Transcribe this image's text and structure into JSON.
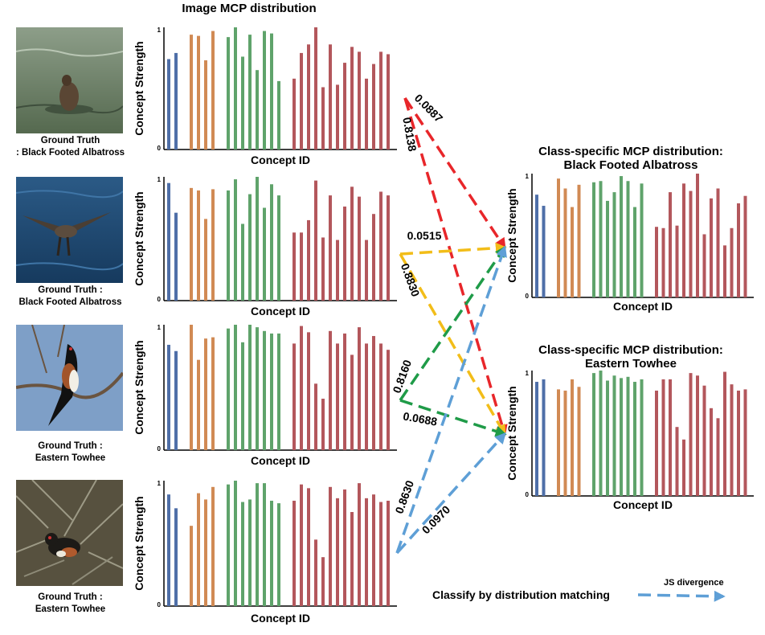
{
  "title": "Image MCP distribution",
  "axis": {
    "xlabel": "Concept ID",
    "ylabel": "Concept Strength",
    "tick_top": "1",
    "tick_bottom": "0"
  },
  "colors": {
    "blue": "#4f6fa8",
    "orange": "#d18a54",
    "green": "#5fa36b",
    "red": "#b3575c",
    "arrow_red": "#e8262a",
    "arrow_yellow": "#f2bd19",
    "arrow_green": "#1f9b48",
    "arrow_blue": "#5e9fd6"
  },
  "images": [
    {
      "caption_line1": "Ground Truth",
      "caption_line2": ": Black Footed Albatross",
      "scene": "water-duck-icon"
    },
    {
      "caption_line1": "Ground Truth :",
      "caption_line2": "Black Footed Albatross",
      "scene": "flying-bird-icon"
    },
    {
      "caption_line1": "Ground Truth :",
      "caption_line2": "Eastern Towhee",
      "scene": "perched-towhee-icon"
    },
    {
      "caption_line1": "Ground Truth :",
      "caption_line2": "Eastern Towhee",
      "scene": "ground-towhee-icon"
    }
  ],
  "class_panels": [
    {
      "title_line1": "Class-specific MCP distribution:",
      "title_line2": "Black Footed Albatross"
    },
    {
      "title_line1": "Class-specific MCP distribution:",
      "title_line2": "Eastern Towhee"
    }
  ],
  "chart_data": [
    {
      "type": "bar",
      "name": "image-1",
      "ylim": [
        0,
        1
      ],
      "groups": [
        {
          "color": "blue",
          "values": [
            0.74,
            0.79
          ]
        },
        {
          "color": "orange",
          "values": [
            0.94,
            0.93,
            0.73,
            0.97
          ]
        },
        {
          "color": "green",
          "values": [
            0.92,
            1.0,
            0.76,
            0.94,
            0.65,
            0.97,
            0.95,
            0.56
          ]
        },
        {
          "color": "red",
          "values": [
            0.58,
            0.79,
            0.86,
            1.0,
            0.51,
            0.86,
            0.53,
            0.71,
            0.84,
            0.8,
            0.58,
            0.7,
            0.8,
            0.78
          ]
        }
      ]
    },
    {
      "type": "bar",
      "name": "image-2",
      "ylim": [
        0,
        1
      ],
      "groups": [
        {
          "color": "blue",
          "values": [
            0.95,
            0.71
          ]
        },
        {
          "color": "orange",
          "values": [
            0.91,
            0.89,
            0.66,
            0.9
          ]
        },
        {
          "color": "green",
          "values": [
            0.89,
            0.98,
            0.62,
            0.86,
            1.0,
            0.75,
            0.94,
            0.85
          ]
        },
        {
          "color": "red",
          "values": [
            0.55,
            0.55,
            0.65,
            0.97,
            0.51,
            0.85,
            0.49,
            0.76,
            0.92,
            0.84,
            0.49,
            0.7,
            0.88,
            0.85
          ]
        }
      ]
    },
    {
      "type": "bar",
      "name": "image-3",
      "ylim": [
        0,
        1
      ],
      "groups": [
        {
          "color": "blue",
          "values": [
            0.84,
            0.79
          ]
        },
        {
          "color": "orange",
          "values": [
            1.0,
            0.72,
            0.89,
            0.9
          ]
        },
        {
          "color": "green",
          "values": [
            0.97,
            1.02,
            0.86,
            1.01,
            0.98,
            0.95,
            0.93,
            0.93
          ]
        },
        {
          "color": "red",
          "values": [
            0.85,
            0.99,
            0.94,
            0.53,
            0.41,
            0.95,
            0.85,
            0.93,
            0.76,
            0.98,
            0.85,
            0.91,
            0.85,
            0.8
          ]
        }
      ]
    },
    {
      "type": "bar",
      "name": "image-4",
      "ylim": [
        0,
        1
      ],
      "groups": [
        {
          "color": "blue",
          "values": [
            0.89,
            0.78
          ]
        },
        {
          "color": "orange",
          "values": [
            0.64,
            0.9,
            0.85,
            0.95
          ]
        },
        {
          "color": "green",
          "values": [
            0.97,
            1.0,
            0.83,
            0.85,
            0.98,
            0.98,
            0.84,
            0.82
          ]
        },
        {
          "color": "red",
          "values": [
            0.84,
            0.97,
            0.94,
            0.53,
            0.39,
            0.95,
            0.86,
            0.93,
            0.75,
            0.98,
            0.86,
            0.89,
            0.83,
            0.84
          ]
        }
      ]
    },
    {
      "type": "bar",
      "name": "class-black-footed-albatross",
      "ylim": [
        0,
        1
      ],
      "groups": [
        {
          "color": "blue",
          "values": [
            0.83,
            0.74
          ]
        },
        {
          "color": "orange",
          "values": [
            0.96,
            0.88,
            0.73,
            0.91
          ]
        },
        {
          "color": "green",
          "values": [
            0.93,
            0.94,
            0.78,
            0.85,
            0.98,
            0.94,
            0.73,
            0.92
          ]
        },
        {
          "color": "red",
          "values": [
            0.57,
            0.56,
            0.85,
            0.58,
            0.92,
            0.86,
            1.0,
            0.51,
            0.8,
            0.88,
            0.42,
            0.56,
            0.76,
            0.82
          ]
        }
      ]
    },
    {
      "type": "bar",
      "name": "class-eastern-towhee",
      "ylim": [
        0,
        1
      ],
      "groups": [
        {
          "color": "blue",
          "values": [
            0.91,
            0.93
          ]
        },
        {
          "color": "orange",
          "values": [
            0.85,
            0.84,
            0.93,
            0.87
          ]
        },
        {
          "color": "green",
          "values": [
            0.98,
            1.0,
            0.92,
            0.96,
            0.94,
            0.95,
            0.91,
            0.93
          ]
        },
        {
          "color": "red",
          "values": [
            0.84,
            0.93,
            0.93,
            0.55,
            0.45,
            0.98,
            0.96,
            0.88,
            0.7,
            0.62,
            0.99,
            0.89,
            0.84,
            0.85
          ]
        }
      ]
    }
  ],
  "arrows": [
    {
      "color": "arrow_red",
      "label_top": "0.0887",
      "label_bottom": "0.8138"
    },
    {
      "color": "arrow_yellow",
      "label_top": "0.0515",
      "label_bottom": "0.8830"
    },
    {
      "color": "arrow_green",
      "label_top": "0.8160",
      "label_bottom": "0.0688"
    },
    {
      "color": "arrow_blue",
      "label_top": "0.8630",
      "label_bottom": "0.0970"
    }
  ],
  "legend": {
    "text": "Classify by distribution matching",
    "arrow_label": "JS divergence"
  }
}
